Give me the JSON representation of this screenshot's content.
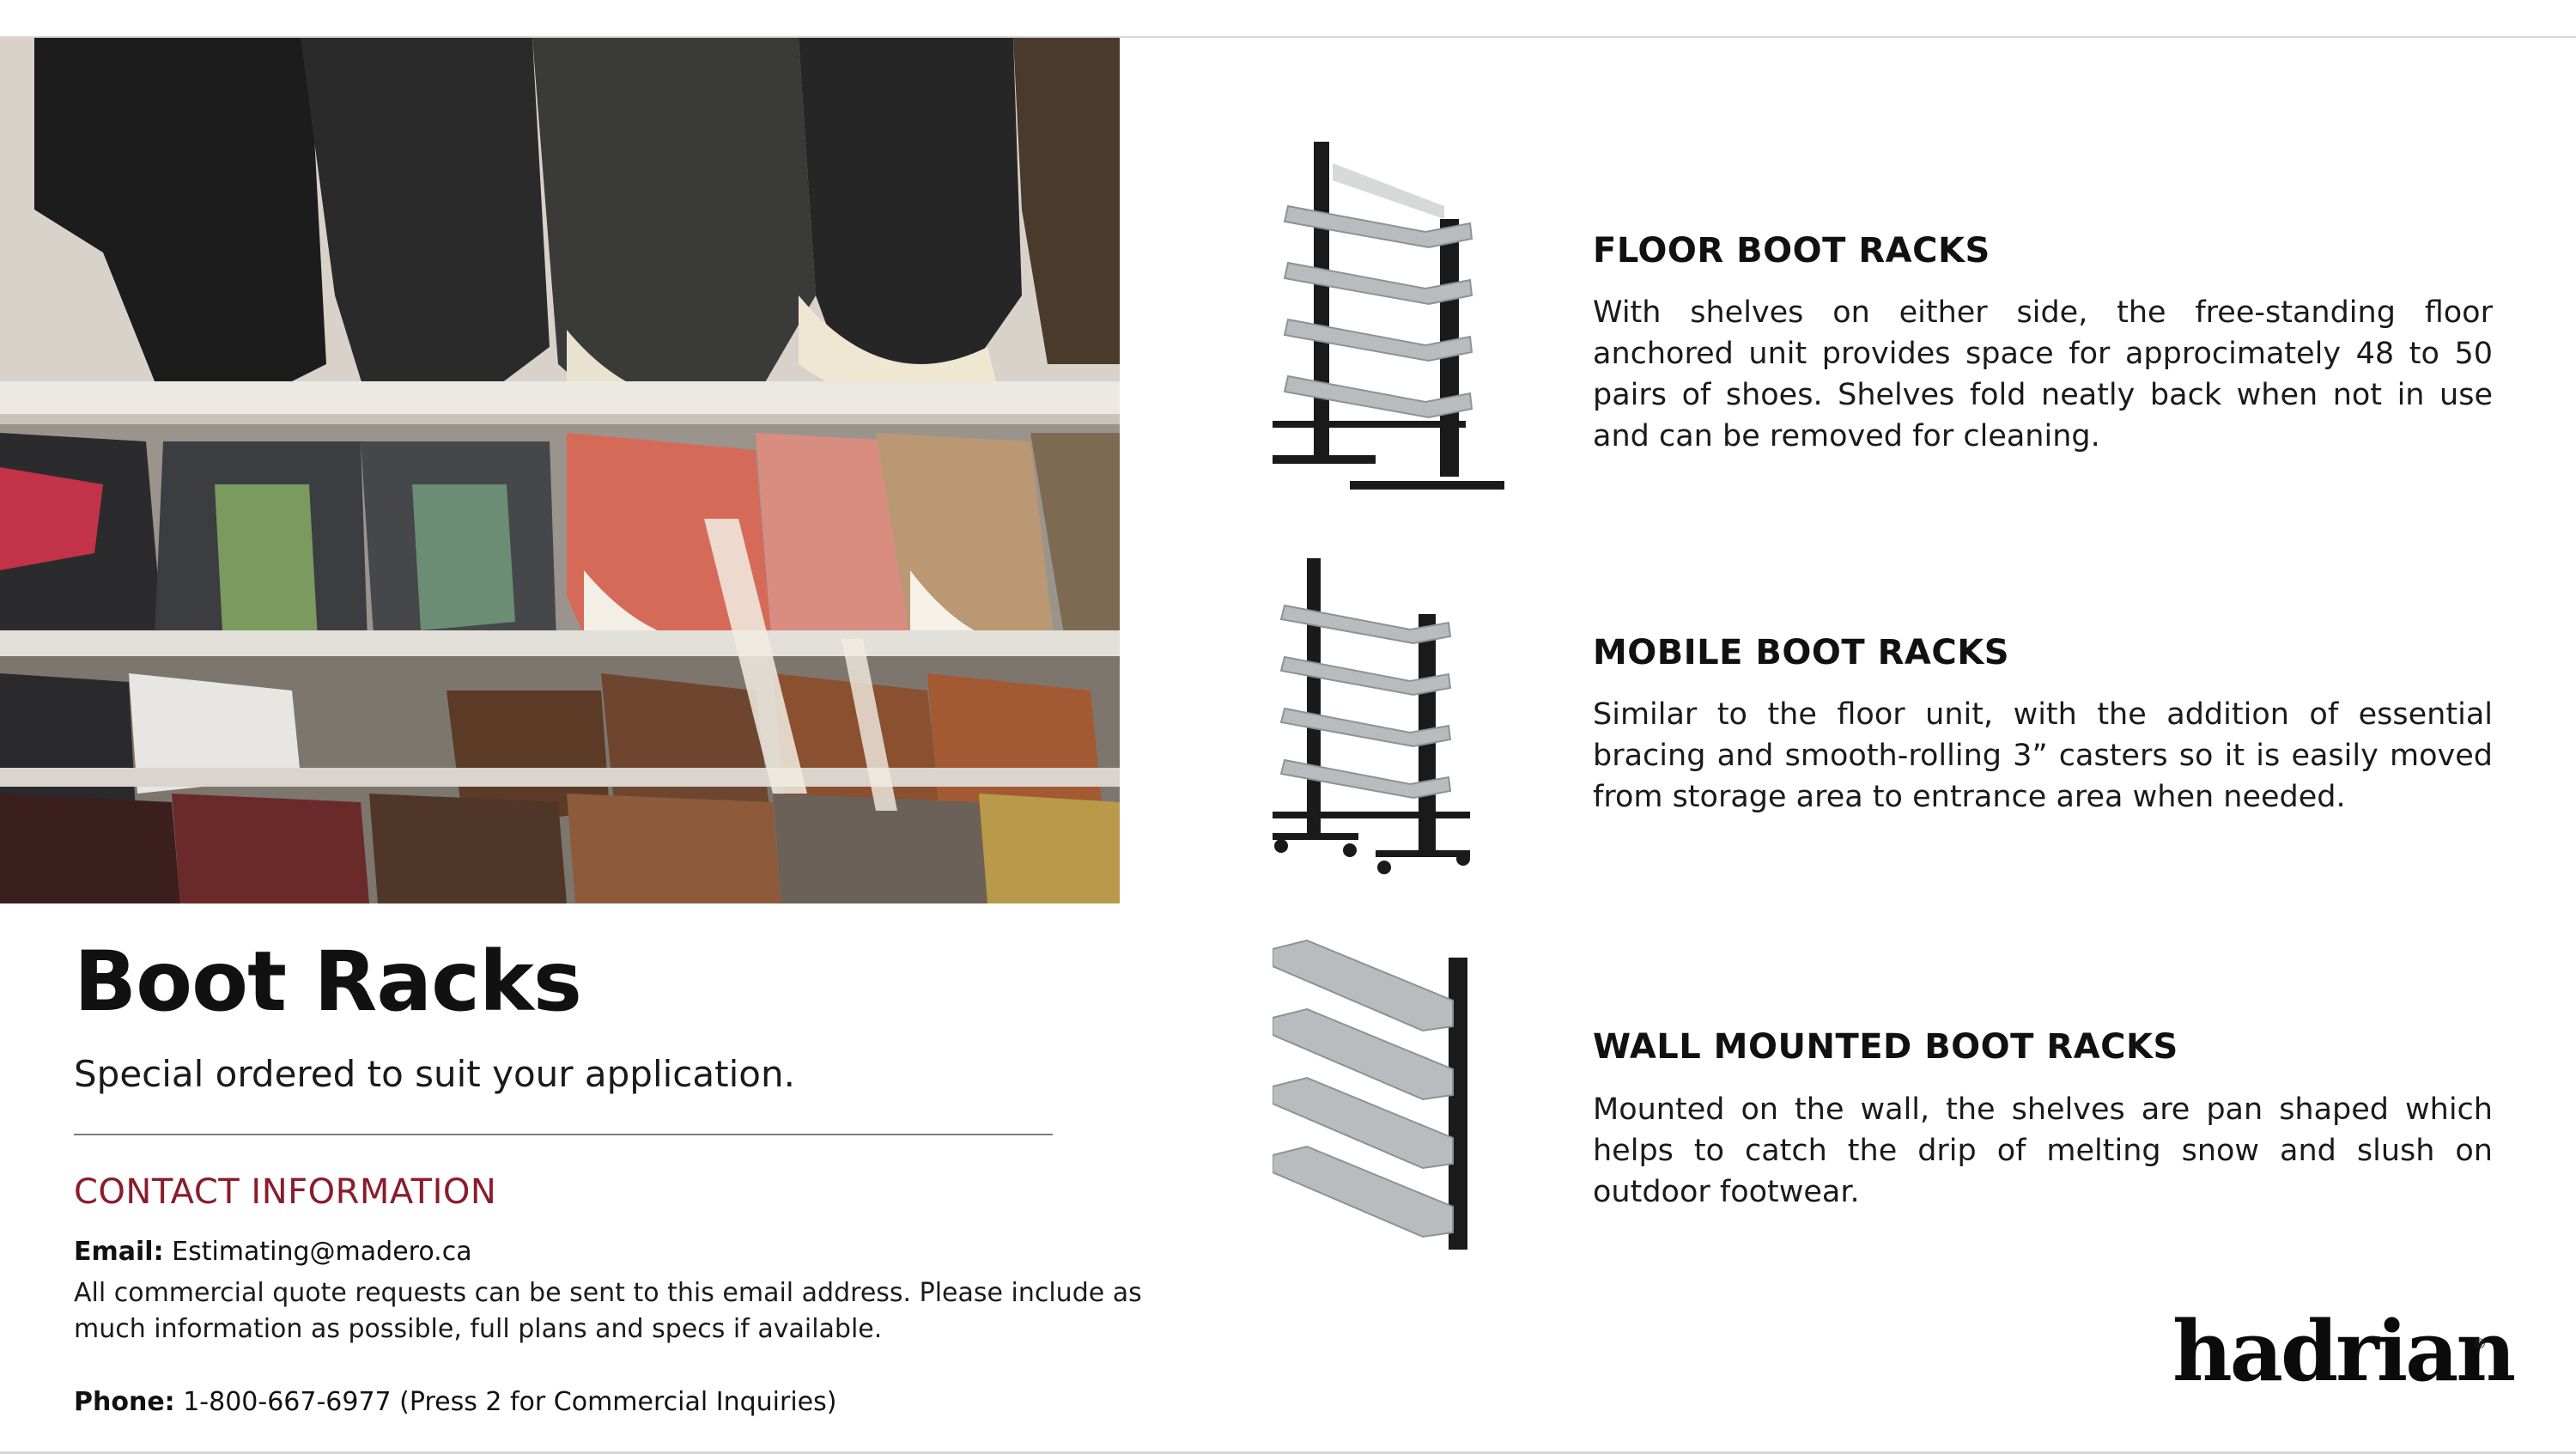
{
  "page": {
    "title": "Boot Racks",
    "subtitle": "Special ordered to suit your application."
  },
  "contact": {
    "heading": "CONTACT INFORMATION",
    "email_label": "Email:",
    "email_value": "Estimating@madero.ca",
    "email_note": "All commercial quote requests can be sent to this email address. Please include as much information as possible, full plans and specs if available.",
    "phone_label": "Phone:",
    "phone_value": "1-800-667-6977 (Press 2 for Commercial Inquiries)"
  },
  "sections": [
    {
      "heading": "FLOOR BOOT RACKS",
      "body": "With shelves on either side, the free-standing floor anchored unit provides space for approcimately 48 to 50 pairs of shoes. Shelves fold neatly back when not in use and can be removed for cleaning."
    },
    {
      "heading": "MOBILE BOOT RACKS",
      "body": "Similar to the floor unit, with the addition of essential bracing and smooth-rolling 3” casters so it is easily moved from storage area to entrance area when needed."
    },
    {
      "heading": "WALL MOUNTED BOOT RACKS",
      "body": "Mounted on the wall, the shelves are pan shaped which helps to catch the drip of melting snow and slush on outdoor footwear."
    }
  ],
  "brand": {
    "logo_text": "hadrian",
    "registered_mark": "®"
  },
  "colors": {
    "accent": "#8a1c2b",
    "text": "#111111",
    "rack_metal": "#1a1a1a",
    "rack_shelf": "#b9bcbf"
  }
}
